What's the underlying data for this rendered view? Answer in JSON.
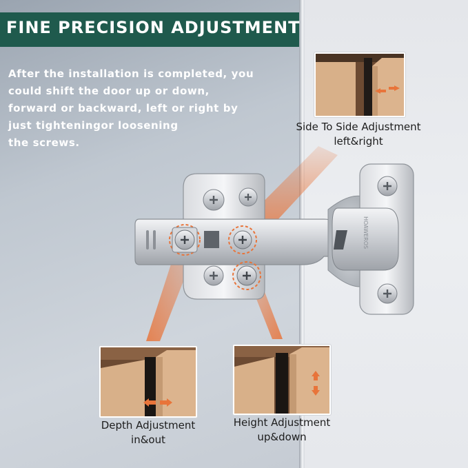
{
  "header": {
    "title": "FINE PRECISION ADJUSTMENT"
  },
  "description": {
    "lines": [
      "After the installation is completed, you",
      "could shift the door up or down,",
      "forward or backward, left or right by",
      "just tighteningor loosening",
      "the screws."
    ]
  },
  "adjustments": {
    "side": {
      "line1": "Side To Side Adjustment",
      "line2": "left&right"
    },
    "depth": {
      "line1": "Depth Adjustment",
      "line2": "in&out"
    },
    "height": {
      "line1": "Height Adjustment",
      "line2": "up&down"
    }
  },
  "hinge": {
    "brand_engraving": "HOAWEROS"
  },
  "colors": {
    "banner": "#1f5a4d",
    "accent_orange": "#e8743a",
    "wood": "#d8b089"
  }
}
